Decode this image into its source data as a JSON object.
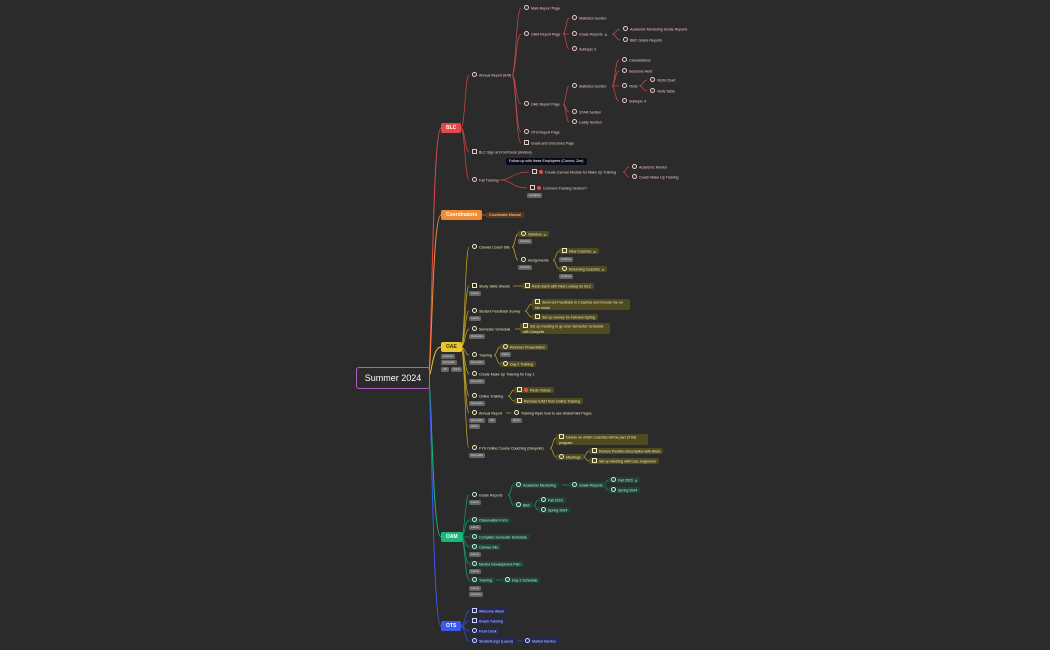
{
  "root": "Summer 2024",
  "colors": {
    "blc": "#e54848",
    "coordinators": "#f08c33",
    "oae": "#e8c72a",
    "oam": "#17b978",
    "ots": "#3d5af0",
    "root_border": "#b15cc7"
  },
  "branches": {
    "blc": "BLC",
    "coordinators": "Coordinators",
    "oae": "OAE",
    "oam": "OAM",
    "ots": "OTS"
  },
  "blc": {
    "annual_report": "Annual Report (A/R)",
    "main_report_page": "Main Report Page",
    "oam_report_page": "OAM Report Page",
    "statistics_section": "Statistics Section",
    "grade_reports": "Grade Reports",
    "academic_mentoring_grade_reports": "Academic Mentoring Grade Reports",
    "bbc_grade_reports": "BBC Grade Reports",
    "subtopic_3": "Subtopic 3",
    "cancellations": "Cancellations",
    "sessions_held": "Sessions Held",
    "visits": "Visits",
    "visits_chart": "Visits Chart",
    "visits_table": "Visits Table",
    "oae_statistics_section": "Statistics Section",
    "subtopic_4": "Subtopic 4",
    "oae_report_page": "OAE Report Page",
    "stem_section": "STAR Section",
    "luddy_section": "Luddy Section",
    "ots_report_page": "OTS Report Page",
    "goals_outcomes_page": "Goals and Outcomes Page",
    "blc_sign": "BLC Sign at Front Desk (Andrea)",
    "fall_training": "Fall Training",
    "tooltip": "Follow up with these Employees (Connor, Zoe)",
    "create_canvas_module": "Create Canvas Module for Make Up Training",
    "academic_mentor": "Academic Mentor",
    "coach_make_up": "Coach Make Up Training",
    "common_training": "Common Training Session?",
    "common_training_tag": "Location"
  },
  "coordinators": {
    "manual": "Coordinator Manual"
  },
  "oae": {
    "canvas_coach_site": "Canvas Coach Site",
    "syllabus": "Syllabus",
    "syllabus_tag": "Andrea",
    "assignments": "Assignments",
    "assignments_tag": "Andrea",
    "new_coaches": "New Coaches",
    "new_coaches_tag": "Andrea",
    "returning_coaches": "Returning Coaches",
    "returning_coaches_tag": "Andrea",
    "study_skills": "Study Skills Sheets",
    "study_skills_tag": "Laura",
    "redo_each": "Redo Each with New Lookup for BLC",
    "student_feedback": "Student Feedback Survey",
    "student_feedback_tag": "Laura",
    "send_out_feedback": "Send out Feedback to Coaches and include me on the email",
    "set_up_survey": "Set up Survey for Fall and Spring",
    "semester_schedule": "Semester Schedule",
    "semester_schedule_tag": "Danyelle",
    "set_up_meeting": "Set up meeting to go over Semester Schedule with Danyelle",
    "training": "Training",
    "training_tag": "Danyelle",
    "returner_presentation": "Returner Presentation",
    "returner_tag": "Zach",
    "day2_training": "Day 2 Training",
    "create_make_up": "Create Make Up Training for Day 1",
    "create_make_up_tag": "Danyelle",
    "online_training": "Online Training",
    "online_training_tag": "Danyelle",
    "redo_videos": "Redo Videos",
    "remove_iumj": "Remove IUMJ from Online Training",
    "annual_report": "Annual Report",
    "annual_report_tags": [
      "Danyelle",
      "Jill",
      "Zach"
    ],
    "training_ryan": "Training Ryan how to use SharePoint Pages",
    "training_ryan_tag": "Ryan",
    "fys_online": "FYS Online Course Coaching (Danyelle)",
    "fys_tag": "Danyelle",
    "decide_coaches": "Decide on which Coaches will be part of this program",
    "meetings": "Meetings",
    "review_position": "Review Position Description with Alicia",
    "set_up_meeting_lisa": "Set up Meeting with Lisa Jorgensen",
    "branch_tags": [
      "Andrea",
      "Danyelle",
      "Jill",
      "Zach"
    ]
  },
  "oam": {
    "grade_reports": "Grade Reports",
    "grade_reports_tag": "Laura",
    "academic_mentoring": "Academic Mentoring",
    "am_grade_reports": "Grade Reports",
    "fall_2023": "Fall 2023",
    "spring_2024": "Spring 2024",
    "bbc": "BBC",
    "bbc_fall_2023": "Fall 2023",
    "bbc_spring_2024": "Spring 2024",
    "observation_form": "Observation Form",
    "observation_tag": "Laura",
    "complete_semester": "Complete Semester Schedule",
    "canvas_site": "Canvas Site",
    "canvas_site_tag": "Laura",
    "mentor_development": "Mentor Development Plan",
    "mentor_tag": "Laura",
    "training": "Training",
    "day2_schedule": "Day 2 Schedule",
    "training_tags": [
      "Laura",
      "Andrea"
    ]
  },
  "ots": {
    "welcome_week": "Welcome Week",
    "knack_tutoring": "Knack Tutoring",
    "front_desk": "Front Desk",
    "studentlingo": "StudentLingo (Laura)",
    "market_service": "Market Service"
  },
  "icons": {
    "link": "link-icon",
    "priority": "priority-icon",
    "circle": "circle-icon",
    "checkbox": "checkbox-icon"
  }
}
